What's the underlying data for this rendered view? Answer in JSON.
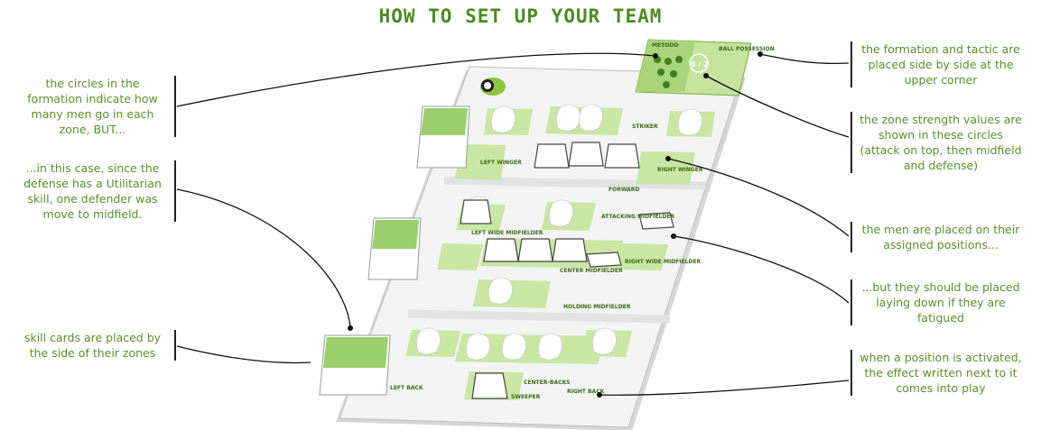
{
  "title": "HOW TO SET UP YOUR TEAM",
  "captions": {
    "circles": "the circles in the formation indicate how many men go in each zone, BUT...",
    "defense": "...in this case, since the defense has a Utilitarian skill, one defender was move to midfield.",
    "skillcards": "skill cards are placed by the side of their zones",
    "formation": "the formation and tactic are placed side by side at the upper corner",
    "zone": "the zone strength values are shown in these circles (attack on top, then midfield and defense)",
    "men": "the men are placed on their assigned positions...",
    "fatigued": "...but they should be placed laying down if they are fatigued",
    "activated": "when a position is activated, the effect written next to it comes into play"
  },
  "board": {
    "formation_card": "METODO",
    "tactic_card": "BALL POSSESSION",
    "zone_values": "6 / 2",
    "positions": {
      "striker": "STRIKER",
      "left_winger": "LEFT WINGER",
      "right_winger": "RIGHT WINGER",
      "forward": "FORWARD",
      "attacking_midfielder": "ATTACKING MIDFIELDER",
      "left_wide_midfielder": "LEFT WIDE MIDFIELDER",
      "center_midfielder": "CENTER MIDFIELDER",
      "right_wide_midfielder": "RIGHT WIDE MIDFIELDER",
      "holding_midfielder": "HOLDING MIDFIELDER",
      "left_back": "LEFT BACK",
      "center_backs": "CENTER-BACKS",
      "right_back": "RIGHT BACK",
      "sweeper": "SWEEPER"
    }
  }
}
